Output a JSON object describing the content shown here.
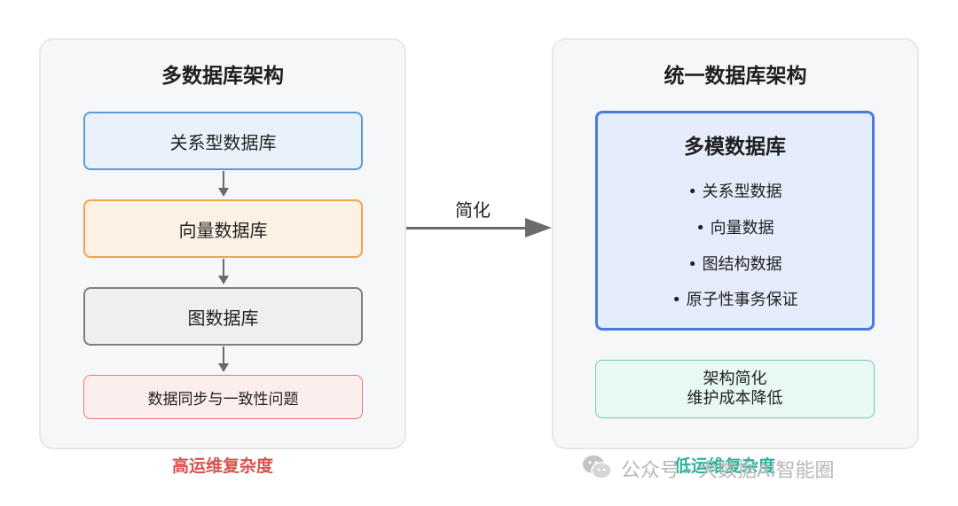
{
  "left": {
    "title": "多数据库架构",
    "boxes": [
      "关系型数据库",
      "向量数据库",
      "图数据库"
    ],
    "issue": "数据同步与一致性问题",
    "caption": "高运维复杂度"
  },
  "arrow_label": "简化",
  "right": {
    "title": "统一数据库架构",
    "main_box": {
      "title": "多模数据库",
      "features": [
        "• 关系型数据",
        "• 向量数据",
        "• 图结构数据",
        "• 原子性事务保证"
      ]
    },
    "benefit_line1": "架构简化",
    "benefit_line2": "维护成本降低",
    "caption": "低运维复杂度"
  },
  "watermark": "公众号 · 大数据AI智能圈",
  "colors": {
    "relational": "#5b9bd5",
    "vector": "#f0a44b",
    "graph": "#7f7f7f",
    "issue": "#e07a7a",
    "multimodel": "#4a7ae0",
    "benefit": "#6fcbb2",
    "high_caption": "#d9534f",
    "low_caption": "#2bb39a"
  }
}
